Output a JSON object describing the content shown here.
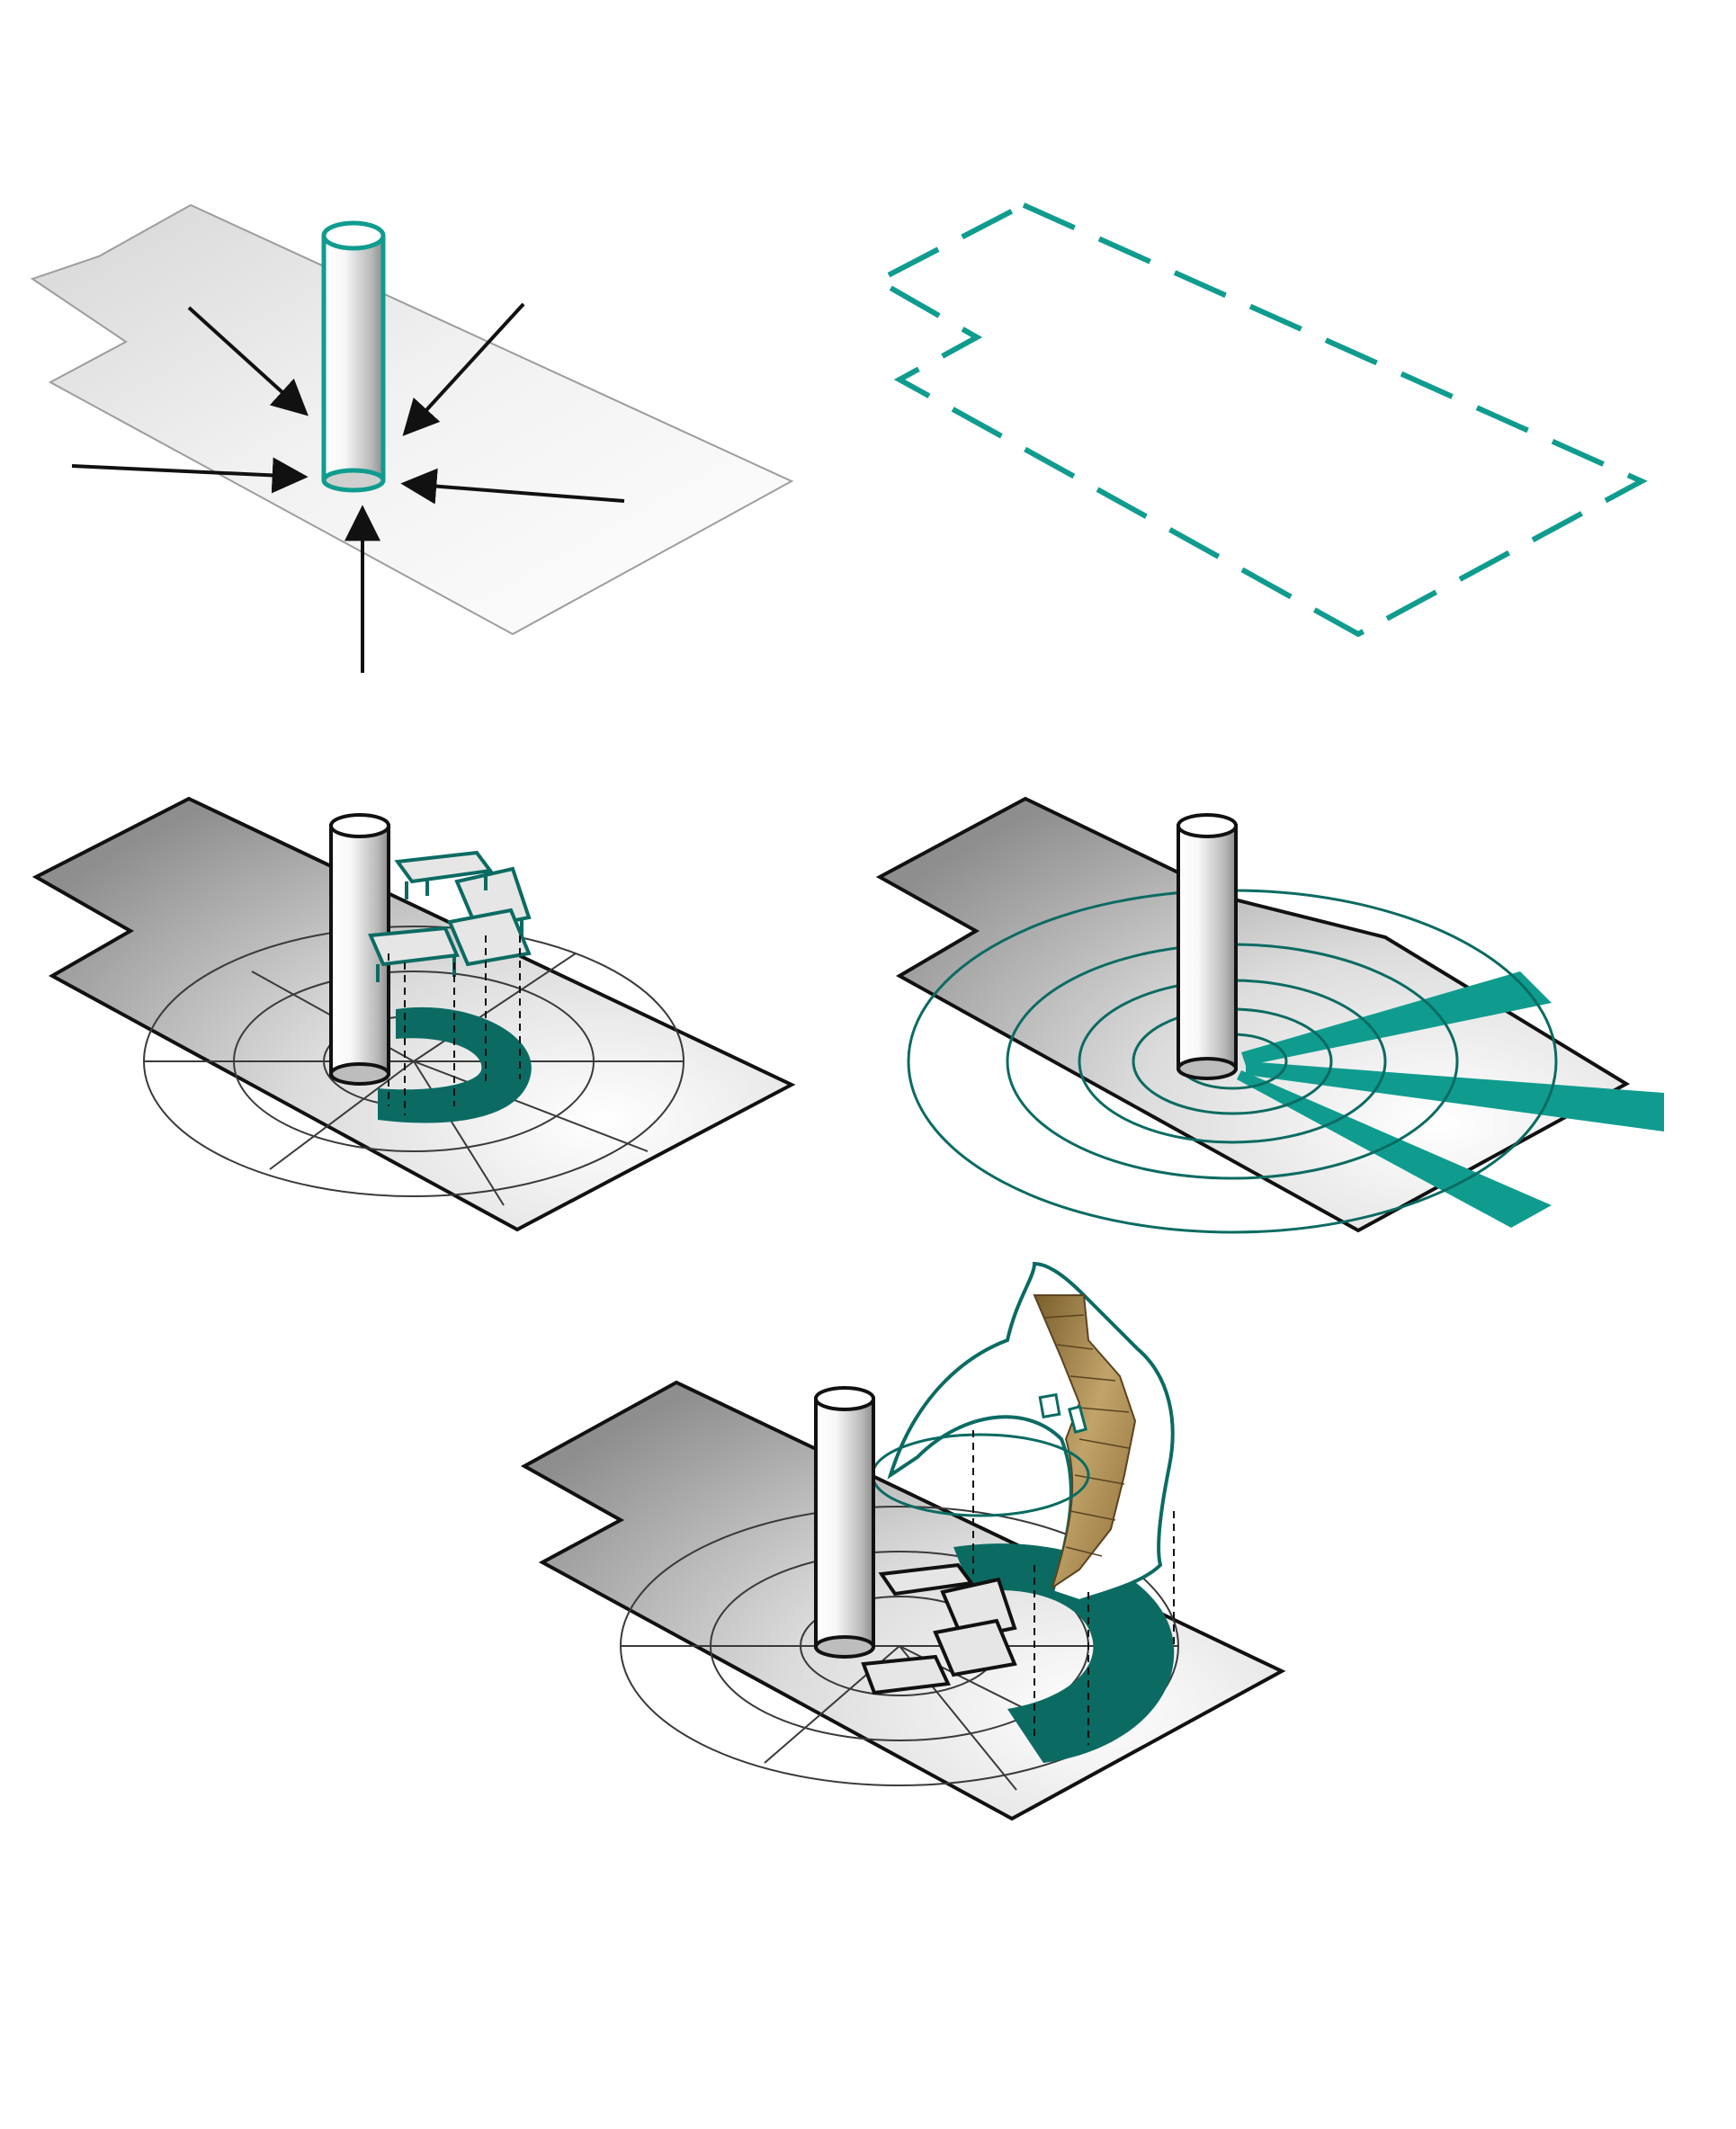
{
  "diagram": {
    "panels": [
      {
        "id": "column-convergence",
        "description_visible": false
      },
      {
        "id": "dashed-footprint",
        "description_visible": false
      },
      {
        "id": "column-with-tables",
        "description_visible": false
      },
      {
        "id": "column-with-rays",
        "description_visible": false
      },
      {
        "id": "column-with-stair-enclosure",
        "description_visible": false
      }
    ],
    "colors": {
      "accent": "#0f9c8f",
      "accent_dark": "#0b6b63",
      "outline": "#111111",
      "floor_light": "#ececec",
      "floor_dark": "#9a9a9a",
      "stair": "#a4874e"
    }
  }
}
